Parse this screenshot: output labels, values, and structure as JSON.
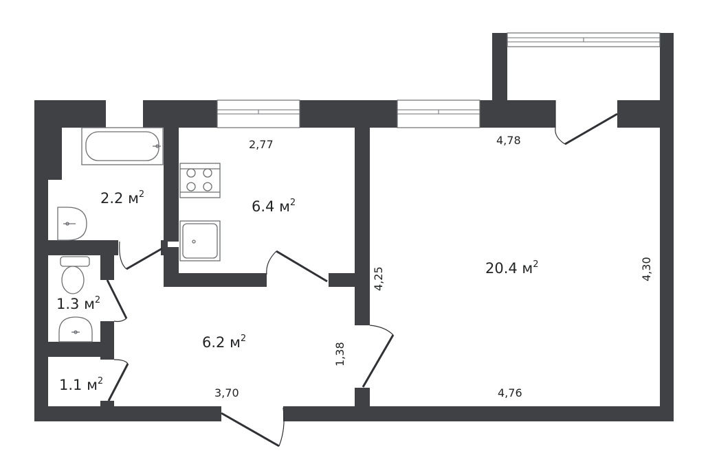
{
  "rooms": {
    "bathroom": {
      "area": "2.2 м",
      "unit_sup": "2"
    },
    "kitchen": {
      "area": "6.4 м",
      "unit_sup": "2"
    },
    "living_room": {
      "area": "20.4 м",
      "unit_sup": "2"
    },
    "toilet": {
      "area": "1.3 м",
      "unit_sup": "2"
    },
    "hallway": {
      "area": "6.2 м",
      "unit_sup": "2"
    },
    "storage": {
      "area": "1.1 м",
      "unit_sup": "2"
    }
  },
  "dimensions": {
    "kitchen_width": "2,77",
    "living_width_top": "4,78",
    "living_height_right": "4,30",
    "living_height_left": "4,25",
    "hallway_door_height": "1,38",
    "hallway_width": "3,70",
    "living_width_bottom": "4,76"
  },
  "colors": {
    "wall": "#3f4145",
    "background": "#ffffff"
  }
}
